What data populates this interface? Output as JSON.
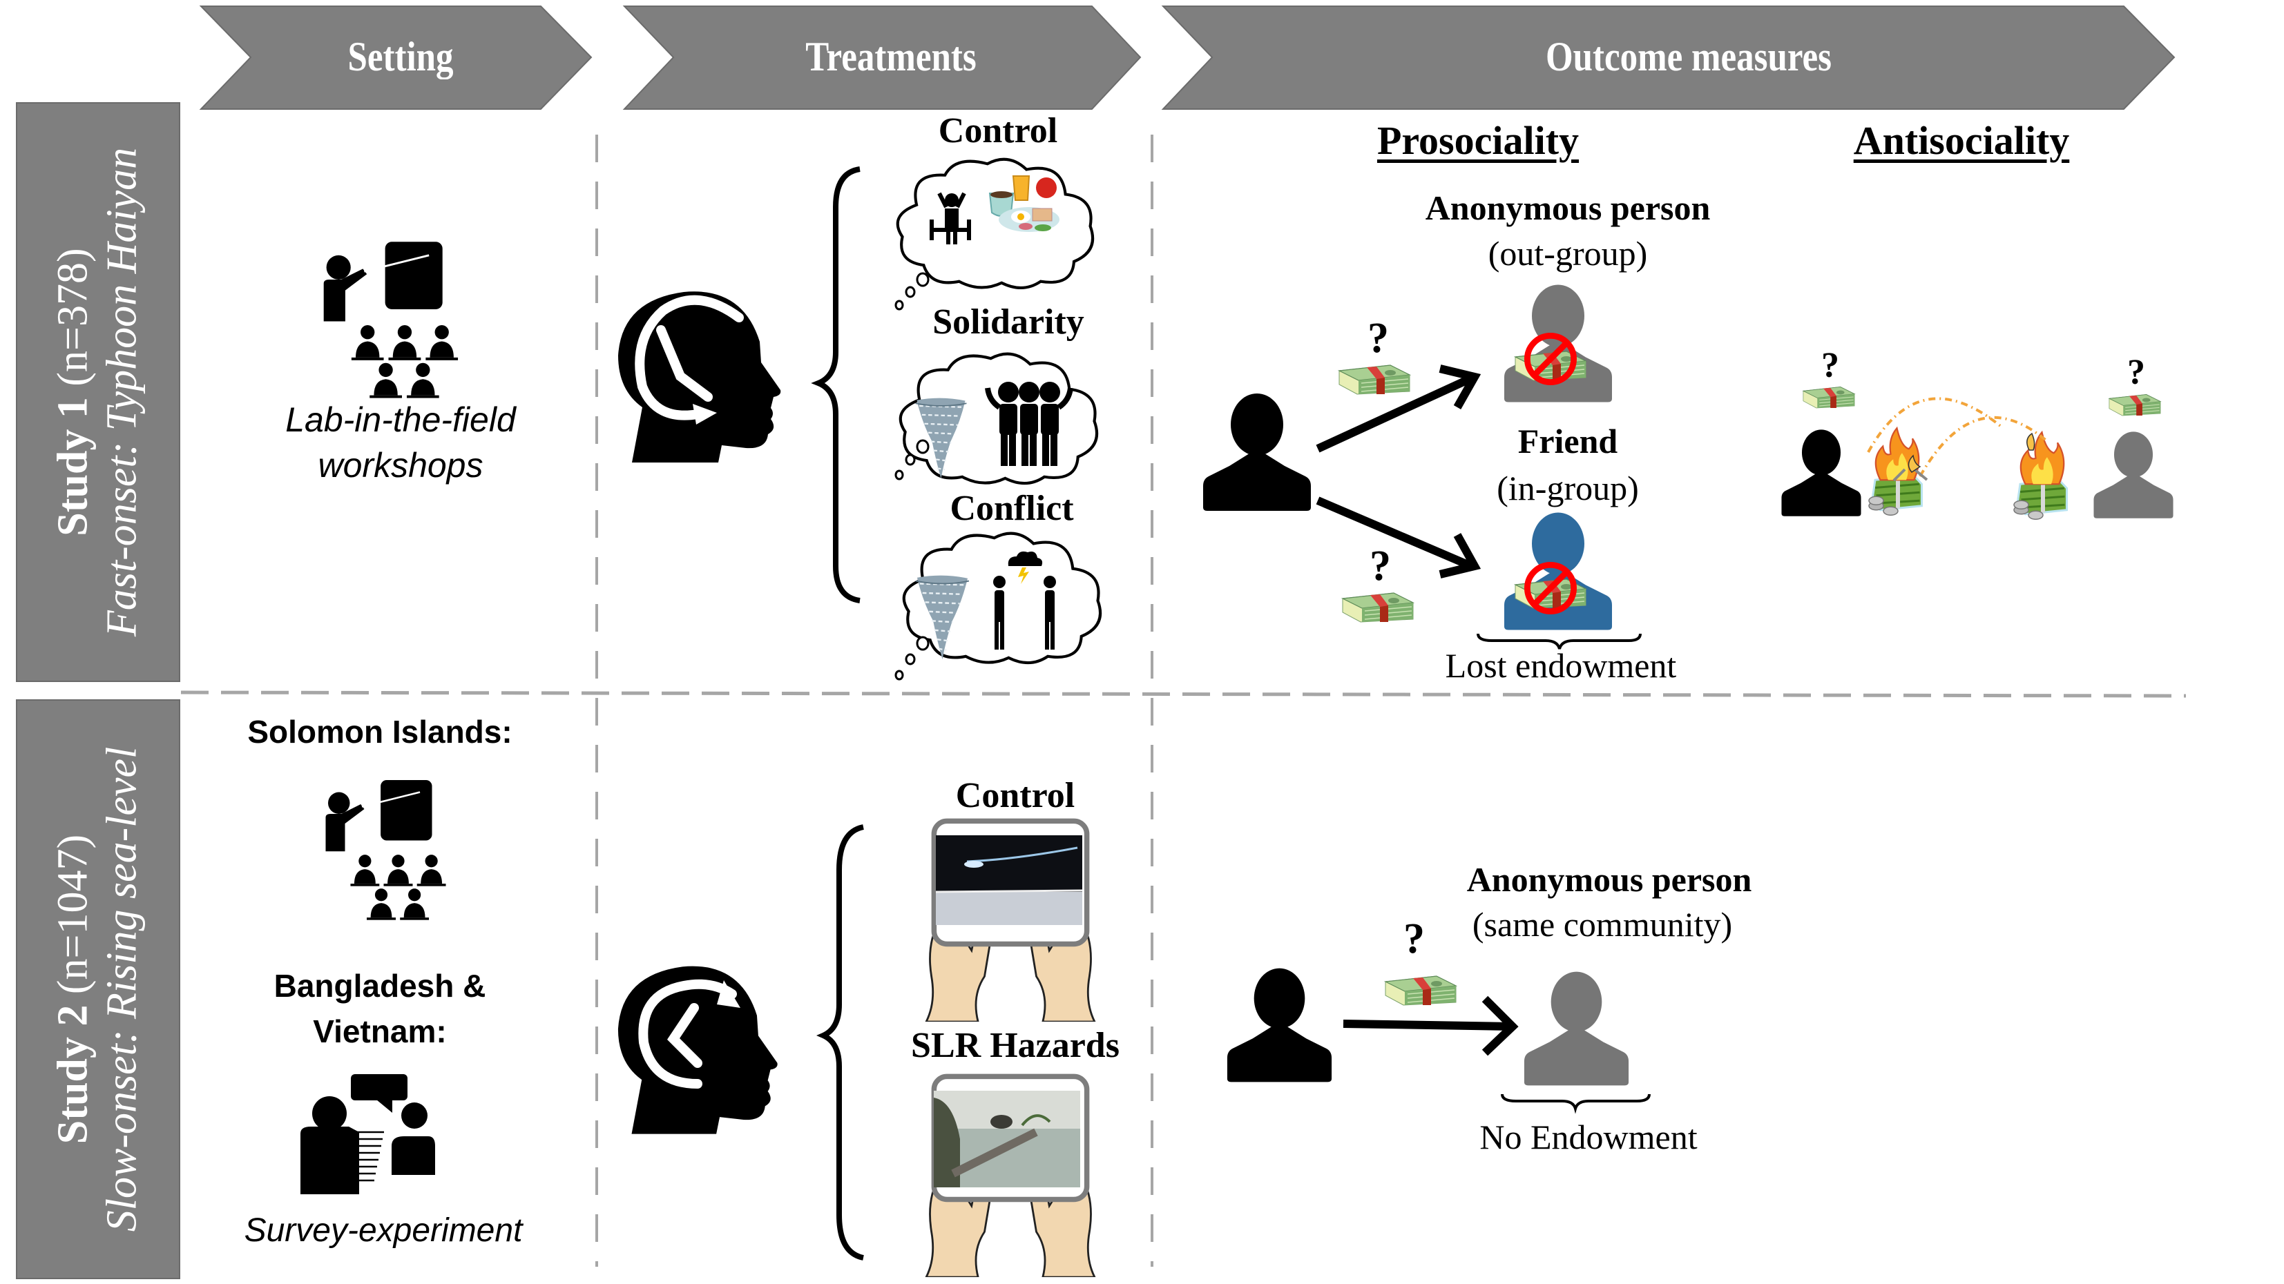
{
  "header": {
    "chevrons": [
      {
        "label": "Setting"
      },
      {
        "label": "Treatments"
      },
      {
        "label": "Outcome measures"
      }
    ]
  },
  "studies": [
    {
      "title": "Study 1",
      "n": "(n=378)",
      "subtitle": "Fast-onset: Typhoon Haiyan",
      "setting": {
        "icon": "classroom-presentation-icon",
        "caption_line1": "Lab-in-the-field",
        "caption_line2": "workshops"
      },
      "treatments": {
        "icon": "head-clock-icon",
        "arms": [
          {
            "label": "Control",
            "icon": "morning-routine-breakfast-thought-bubble"
          },
          {
            "label": "Solidarity",
            "icon": "typhoon-people-embracing-thought-bubble"
          },
          {
            "label": "Conflict",
            "icon": "typhoon-people-arguing-thought-bubble"
          }
        ]
      },
      "outcomes": {
        "prosociality": {
          "heading": "Prosociality",
          "targets": [
            {
              "label": "Anonymous person",
              "sublabel": "(out-group)",
              "color": "#767676"
            },
            {
              "label": "Friend",
              "sublabel": "(in-group)",
              "color": "#2e6b9e"
            }
          ],
          "question_mark": "?",
          "brace_label": "Lost endowment"
        },
        "antisociality": {
          "heading": "Antisociality",
          "question_mark": "?",
          "players": [
            {
              "color": "#000000"
            },
            {
              "color": "#767676"
            }
          ]
        }
      }
    },
    {
      "title": "Study 2",
      "n": "(n=1047)",
      "subtitle": "Slow-onset: Rising sea-level",
      "setting": {
        "site1_label": "Solomon Islands:",
        "site1_icon": "classroom-presentation-icon",
        "site2_label_line1": "Bangladesh &",
        "site2_label_line2": "Vietnam:",
        "site2_icon": "interview-survey-icon",
        "caption": "Survey-experiment"
      },
      "treatments": {
        "icon": "head-clock-reverse-icon",
        "arms": [
          {
            "label": "Control",
            "icon": "tablet-video-control"
          },
          {
            "label": "SLR Hazards",
            "icon": "tablet-video-sea-level-rise"
          }
        ]
      },
      "outcomes": {
        "target_label": "Anonymous person",
        "target_sublabel": "(same community)",
        "question_mark": "?",
        "brace_label": "No Endowment",
        "target_color": "#767676"
      }
    }
  ],
  "colors": {
    "chevron": "#7f7f7f",
    "side_bar": "#7f7f7f",
    "divider": "#a6a6a6",
    "friend_blue": "#2e6b9e",
    "anon_gray": "#767676",
    "no_sign_red": "#ff0000",
    "money_green": "#6aa56a",
    "money_band": "#c8302e",
    "fire_orange": "#f7941d",
    "dotted_path": "#f2a43a"
  }
}
